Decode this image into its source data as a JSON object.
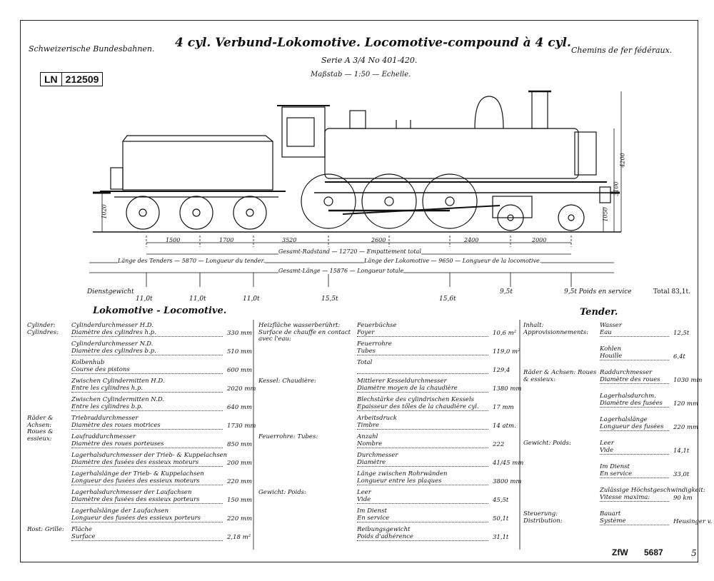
{
  "header": {
    "left": "Schweizerische Bundesbahnen.",
    "center": "4 cyl. Verbund-Lokomotive. Locomotive-compound à 4 cyl.",
    "right": "Chemins de fer fédéraux.",
    "serie": "Serie A 3/4 No 401-420.",
    "scale": "Maßstab — 1:50 — Echelle."
  },
  "stamp": {
    "prefix": "LN",
    "number": "212509"
  },
  "dimensions": {
    "wheelbase": [
      "1500",
      "1700",
      "3520",
      "2600",
      "2400",
      "2000"
    ],
    "total_wheelbase": "Gesamt-Radstand — 12720 — Empattement total",
    "tender_length": "Länge des Tenders — 5870 — Longueur du tender.",
    "loco_length": "Länge der Lokomotive — 9650 — Longueur de la locomotive.",
    "total_length": "Gesamt-Länge — 15876 — Longueur totale",
    "h1": "1020",
    "h2": "1050",
    "h3": "3100",
    "h4": "4200"
  },
  "weights": {
    "label": "Dienstgewicht",
    "axles": [
      "11,0t",
      "11,0t",
      "11,0t",
      "15,5t",
      "15,6t",
      "9,5t"
    ],
    "note": "9,5t Poids en service",
    "total": "Total 83,1t."
  },
  "sections": {
    "loco": "Lokomotive - Locomotive.",
    "tender": "Tender."
  },
  "left_col": [
    {
      "g": "Cylinder: Cylindres:",
      "de": "Cylinderdurchmesser H.D.",
      "fr": "Diamètre des cylindres h.p.",
      "v": "330 mm"
    },
    {
      "g": "",
      "de": "Cylinderdurchmesser N.D.",
      "fr": "Diamètre des cylindres b.p.",
      "v": "510 mm"
    },
    {
      "g": "",
      "de": "Kolbenhub",
      "fr": "Course des pistons",
      "v": "600 mm"
    },
    {
      "g": "",
      "de": "Zwischen Cylindermitten H.D.",
      "fr": "Entre les cylindres h.p.",
      "v": "2020 mm"
    },
    {
      "g": "",
      "de": "Zwischen Cylindermitten N.D.",
      "fr": "Entre les cylindres b.p.",
      "v": "640 mm"
    },
    {
      "g": "Räder & Achsen: Roues & essieux:",
      "de": "Triebraddurchmesser",
      "fr": "Diamètre des roues motrices",
      "v": "1730 mm"
    },
    {
      "g": "",
      "de": "Laufraddurchmesser",
      "fr": "Diamètre des roues porteuses",
      "v": "850 mm"
    },
    {
      "g": "",
      "de": "Lagerhalsdurchmesser der Trieb- & Kuppelachsen",
      "fr": "Diamètre des fusées des essieux moteurs",
      "v": "200 mm"
    },
    {
      "g": "",
      "de": "Lagerhalslänge der Trieb- & Kuppelachsen",
      "fr": "Longueur des fusées des essieux moteurs",
      "v": "220 mm"
    },
    {
      "g": "",
      "de": "Lagerhalsdurchmesser der Laufachsen",
      "fr": "Diamètre des fusées des essieux porteurs",
      "v": "150 mm"
    },
    {
      "g": "",
      "de": "Lagerhalslänge der Laufachsen",
      "fr": "Longueur des fusées des essieux porteurs",
      "v": "220 mm"
    },
    {
      "g": "Rost: Grille:",
      "de": "Fläche",
      "fr": "Surface",
      "v": "2,18 m²"
    }
  ],
  "mid_col": [
    {
      "g": "Heizfläche wasserberührt: Surface de chauffe en contact avec l'eau:",
      "de": "Feuerbüchse",
      "fr": "Foyer",
      "v": "10,6 m²"
    },
    {
      "g": "",
      "de": "Feuerrohre",
      "fr": "Tubes",
      "v": "119,0 m²"
    },
    {
      "g": "",
      "de": "Total",
      "fr": "",
      "v": "129,4"
    },
    {
      "g": "Kessel: Chaudière:",
      "de": "Mittlerer Kesseldurchmesser",
      "fr": "Diamètre moyen de la chaudière",
      "v": "1380 mm"
    },
    {
      "g": "",
      "de": "Blechstärke des cylindrischen Kessels",
      "fr": "Epaisseur des tôles de la chaudière cyl.",
      "v": "17 mm"
    },
    {
      "g": "",
      "de": "Arbeitsdruck",
      "fr": "Timbre",
      "v": "14 atm."
    },
    {
      "g": "Feuerrohre: Tubes:",
      "de": "Anzahl",
      "fr": "Nombre",
      "v": "222"
    },
    {
      "g": "",
      "de": "Durchmesser",
      "fr": "Diamètre",
      "v": "41/45 mm"
    },
    {
      "g": "",
      "de": "Länge zwischen Rohrwänden",
      "fr": "Longueur entre les plaques",
      "v": "3800 mm"
    },
    {
      "g": "Gewicht: Poids:",
      "de": "Leer",
      "fr": "Vide",
      "v": "45,5t"
    },
    {
      "g": "",
      "de": "Im Dienst",
      "fr": "En service",
      "v": "50,1t"
    },
    {
      "g": "",
      "de": "Reibungsgewicht",
      "fr": "Poids d'adhérence",
      "v": "31,1t"
    }
  ],
  "right_col": [
    {
      "g": "Inhalt: Approvisionnements:",
      "de": "Wasser",
      "fr": "Eau",
      "v": "12,5t"
    },
    {
      "g": "",
      "de": "Kohlen",
      "fr": "Houille",
      "v": "6,4t"
    },
    {
      "g": "Räder & Achsen: Roues & essieux:",
      "de": "Raddurchmesser",
      "fr": "Diamètre des roues",
      "v": "1030 mm"
    },
    {
      "g": "",
      "de": "Lagerhalsdurchm.",
      "fr": "Diamètre des fusées",
      "v": "120 mm"
    },
    {
      "g": "",
      "de": "Lagerhalslänge",
      "fr": "Longueur des fusées",
      "v": "220 mm"
    },
    {
      "g": "Gewicht: Poids:",
      "de": "Leer",
      "fr": "Vide",
      "v": "14,1t"
    },
    {
      "g": "",
      "de": "Im Dienst",
      "fr": "En service",
      "v": "33,0t"
    },
    {
      "g": "",
      "de": "Zulässige Höchstgeschwindigkeit:",
      "fr": "Vitesse maxima:",
      "v": "90 km"
    },
    {
      "g": "Steuerung: Distribution:",
      "de": "Bauart",
      "fr": "Système",
      "v": "Heusinger v. Waldegg"
    }
  ],
  "footer": {
    "code": "ZfW",
    "num": "5687",
    "page": "5"
  }
}
